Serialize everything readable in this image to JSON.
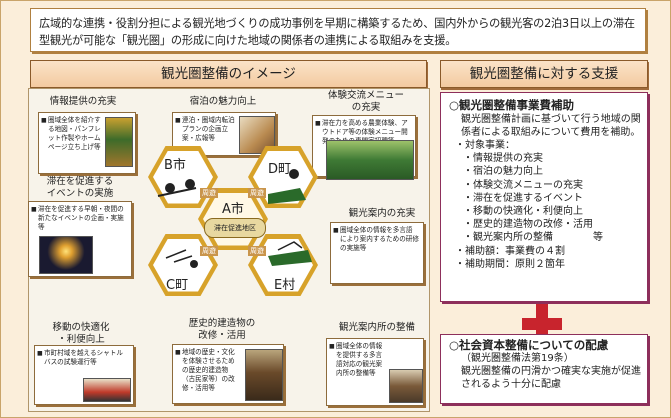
{
  "intro_text": "広域的な連携・役割分担による観光地づくりの成功事例を早期に構築するため、国内外からの観光客の2泊3日以上の滞在型観光が可能な「観光圏」の形成に向けた地域の関係者の連携による取組みを支援。",
  "left_banner": "観光圏整備のイメージ",
  "right_banner": "観光圏整備に対する支援",
  "items": {
    "info": {
      "title": "情報提供の充実",
      "text": "圏域全体を紹介する地図・パンフレット作製やホームページ立ち上げ等"
    },
    "stay": {
      "title": "宿泊の魅力向上",
      "text": "連泊・圏域内転泊プランの企画立案・広報等"
    },
    "exp": {
      "title": "体験交流メニュー\nの充実",
      "text": "滞在力を高める農業体験、アウトドア等の体験メニュー開発のための専門家招聘等"
    },
    "event": {
      "title": "滞在を促進する\nイベントの実施",
      "text": "滞在を促進する早朝・夜間の新たなイベントの企画・実施等"
    },
    "guide": {
      "title": "観光案内の充実",
      "text": "圏域全体の情報を多言語により案内するための研修の実施等"
    },
    "mobility": {
      "title": "移動の快適化\n・利便向上",
      "text": "市町村域を越えるシャトルバスの試験運行等"
    },
    "heritage": {
      "title": "歴史的建造物の\n改修・活用",
      "text": "地域の歴史・文化を体験させるための歴史的建造物（古民家等）の改修・活用等"
    },
    "office": {
      "title": "観光案内所の整備",
      "text": "圏域全体の情報を提供する多言語対応の観光案内所の整備等"
    }
  },
  "hex": {
    "a": "A市",
    "b": "B市",
    "c": "C町",
    "d": "D町",
    "e": "E村",
    "center": "滞在促進地区",
    "tag1": "周遊",
    "tag2": "周遊",
    "tag3": "周遊",
    "tag4": "周遊"
  },
  "support": {
    "head": "○観光圏整備事業費補助",
    "desc": "観光圏整備計画に基づいて行う地域の関係者による取組みについて費用を補助。",
    "target_label": "・対象事業：",
    "targets": [
      "・情報提供の充実",
      "・宿泊の魅力向上",
      "・体験交流メニューの充実",
      "・滞在を促進するイベント",
      "・移動の快適化・利便向上",
      "・歴史的建造物の改修・活用",
      "・観光案内所の整備　　　　等"
    ],
    "rate": "・補助額：事業費の４割",
    "period": "・補助期間：原則２箇年"
  },
  "social": {
    "head": "○社会資本整備についての配慮",
    "sub": "（観光圏整備法第19条）",
    "body": "観光圏整備の円滑かつ確実な実施が促進されるよう十分に配慮"
  },
  "colors": {
    "accent": "#c8242d",
    "hex": "#d7a22a",
    "frame": "#8d2f5b"
  }
}
